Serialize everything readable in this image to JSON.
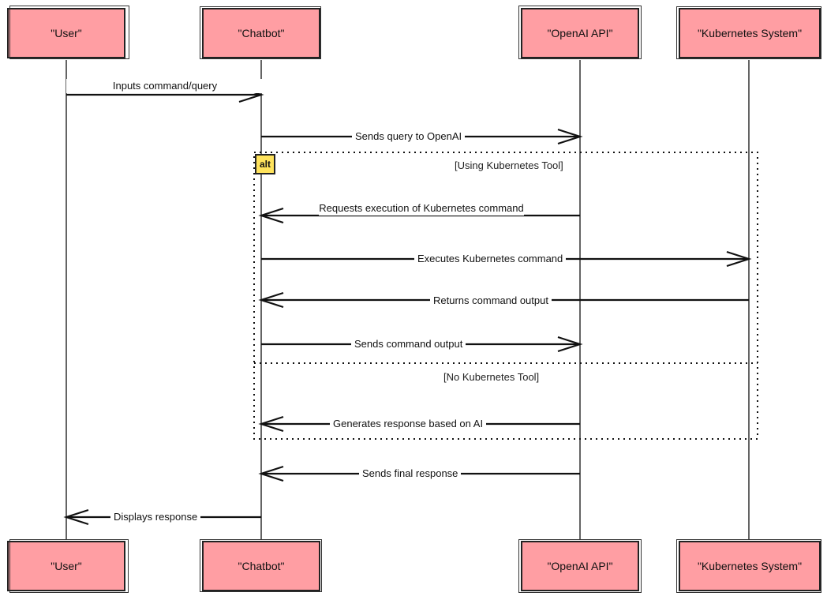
{
  "participants": [
    {
      "id": "user",
      "label": "\"User\""
    },
    {
      "id": "chatbot",
      "label": "\"Chatbot\""
    },
    {
      "id": "openai",
      "label": "\"OpenAI API\""
    },
    {
      "id": "k8s",
      "label": "\"Kubernetes System\""
    }
  ],
  "messages": [
    {
      "from": "user",
      "to": "chatbot",
      "label": "Inputs command/query"
    },
    {
      "from": "chatbot",
      "to": "openai",
      "label": "Sends query to OpenAI"
    },
    {
      "from": "openai",
      "to": "chatbot",
      "label": "Requests execution of Kubernetes command"
    },
    {
      "from": "chatbot",
      "to": "k8s",
      "label": "Executes Kubernetes command"
    },
    {
      "from": "k8s",
      "to": "chatbot",
      "label": "Returns command output"
    },
    {
      "from": "chatbot",
      "to": "openai",
      "label": "Sends command output"
    },
    {
      "from": "openai",
      "to": "chatbot",
      "label": "Generates response based on AI"
    },
    {
      "from": "openai",
      "to": "chatbot",
      "label": "Sends final response"
    },
    {
      "from": "chatbot",
      "to": "user",
      "label": "Displays response"
    }
  ],
  "alt_fragment": {
    "tag": "alt",
    "guard_1": "[Using Kubernetes Tool]",
    "guard_2": "[No Kubernetes Tool]"
  },
  "colors": {
    "participant_fill": "#ff9ea3",
    "alt_tag_fill": "#ffe35c",
    "line": "#111111"
  }
}
